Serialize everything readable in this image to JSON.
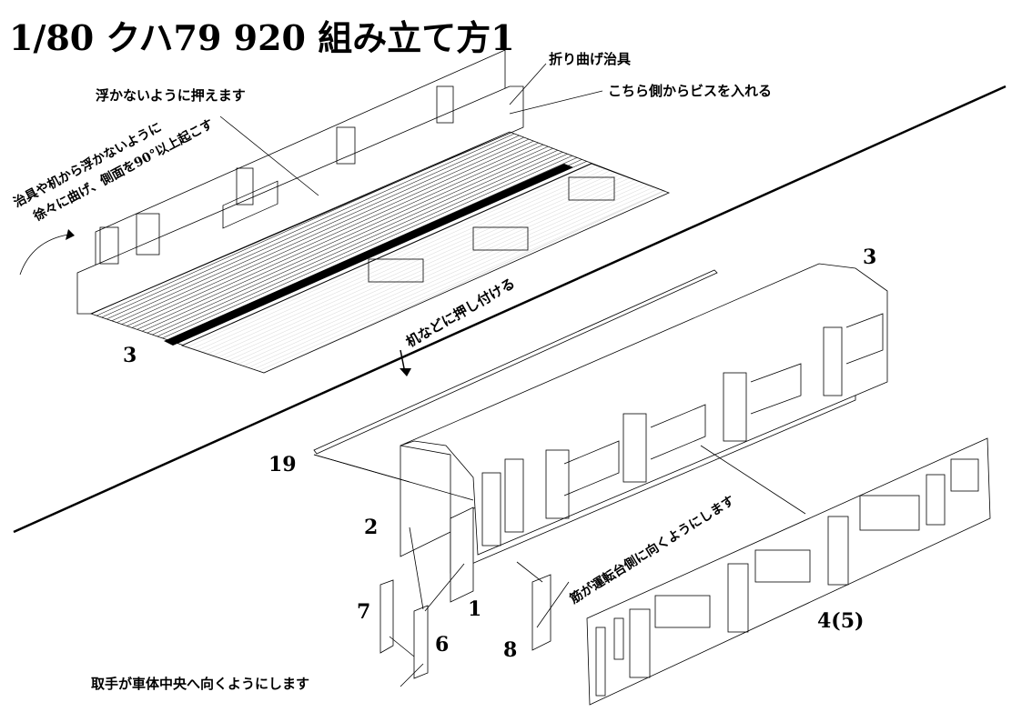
{
  "title": "1/80 クハ79 920 組み立て方1",
  "step1": {
    "jig_label": "折り曲げ治具",
    "press_label": "浮かないように押えます",
    "screw_label": "こちら側からビスを入れる",
    "bend_note_line1": "治具や机から浮かないように",
    "bend_note_line2": "徐々に曲げ、側面を90°以上起こす",
    "push_label": "机などに押し付ける",
    "part_3": "3"
  },
  "step2": {
    "part_3": "3",
    "part_19": "19",
    "part_2": "2",
    "part_7": "7",
    "part_6": "6",
    "part_1": "1",
    "part_8": "8",
    "part_4_5": "4(5)",
    "stripe_note": "筋が運転台側に向くようにします",
    "handle_note": "取手が車体中央へ向くようにします"
  }
}
